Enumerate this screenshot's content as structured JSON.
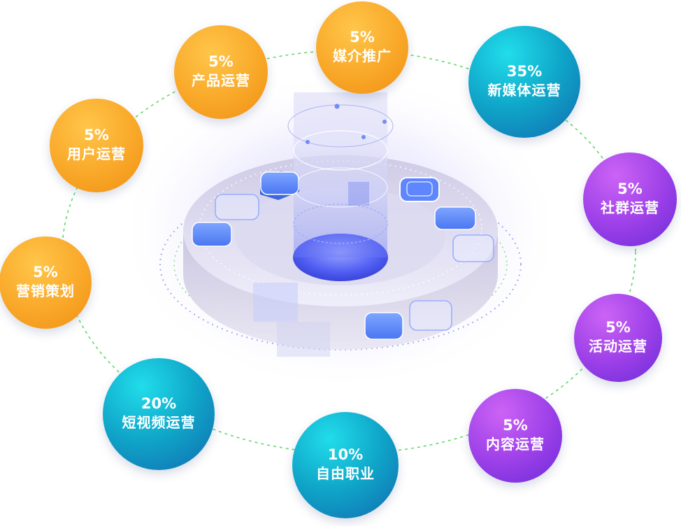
{
  "colors": {
    "orange": "#f9a829",
    "teal": "#0fa4c8",
    "purple": "#9b3fe8",
    "ring_dash": "#62d86a",
    "platform_glow": "#5b6cf6"
  },
  "nodes": [
    {
      "id": "media-promotion",
      "percent": "5%",
      "label": "媒介推广",
      "color": "orange"
    },
    {
      "id": "new-media-operation",
      "percent": "35%",
      "label": "新媒体运营",
      "color": "teal"
    },
    {
      "id": "community-operation",
      "percent": "5%",
      "label": "社群运营",
      "color": "purple"
    },
    {
      "id": "event-operation",
      "percent": "5%",
      "label": "活动运营",
      "color": "purple"
    },
    {
      "id": "content-operation",
      "percent": "5%",
      "label": "内容运营",
      "color": "purple"
    },
    {
      "id": "freelance",
      "percent": "10%",
      "label": "自由职业",
      "color": "teal"
    },
    {
      "id": "short-video-operation",
      "percent": "20%",
      "label": "短视频运营",
      "color": "teal"
    },
    {
      "id": "marketing-planning",
      "percent": "5%",
      "label": "营销策划",
      "color": "orange"
    },
    {
      "id": "user-operation",
      "percent": "5%",
      "label": "用户运营",
      "color": "orange"
    },
    {
      "id": "product-operation",
      "percent": "5%",
      "label": "产品运营",
      "color": "orange"
    }
  ]
}
